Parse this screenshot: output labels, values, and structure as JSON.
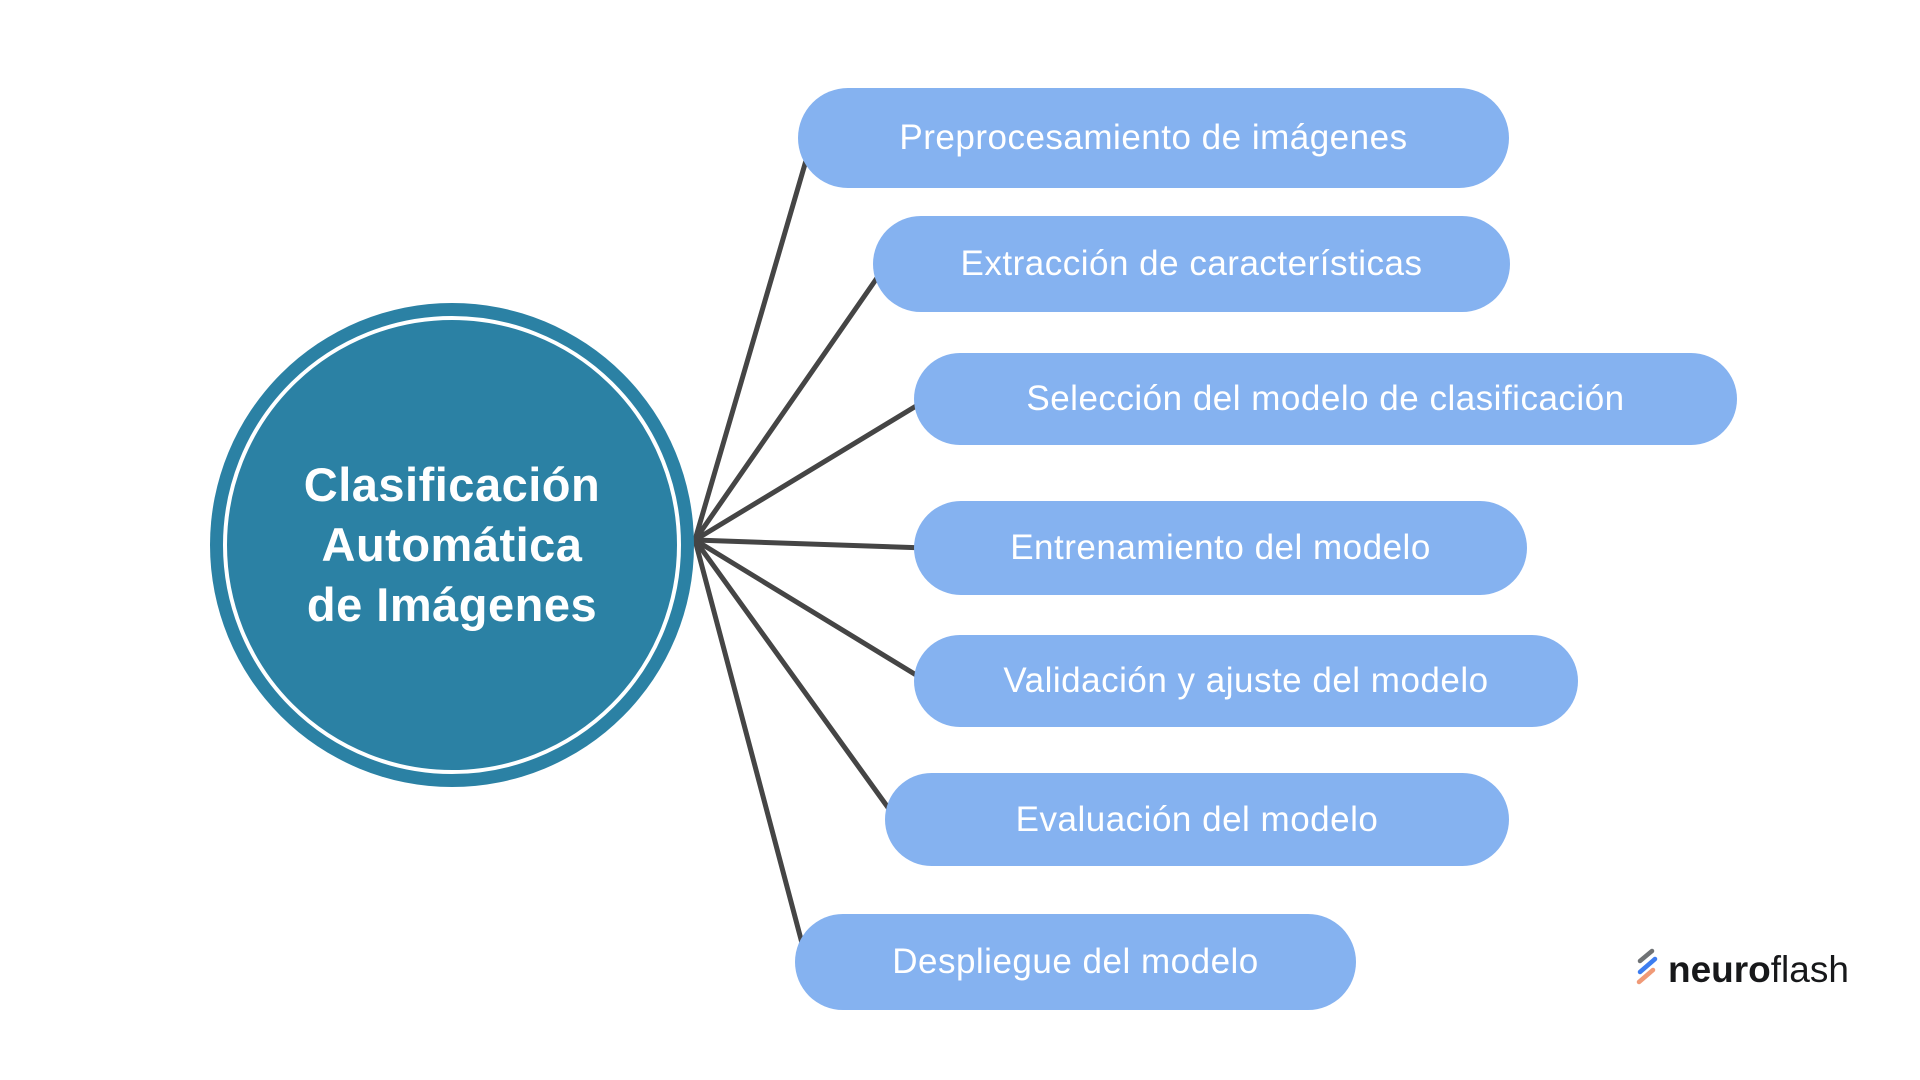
{
  "diagram": {
    "type": "mindmap",
    "center": {
      "full_title": "Clasificación Automática de Imágenes",
      "title_lines": [
        "Clasificación",
        "Automática",
        "de Imágenes"
      ]
    },
    "branches": [
      {
        "label": "Preprocesamiento de imágenes"
      },
      {
        "label": "Extracción de características"
      },
      {
        "label": "Selección del modelo de clasificación"
      },
      {
        "label": "Entrenamiento del modelo"
      },
      {
        "label": "Validación y ajuste del modelo"
      },
      {
        "label": "Evaluación del modelo"
      },
      {
        "label": "Despliegue del modelo"
      }
    ],
    "colors": {
      "center_fill": "#2b81a4",
      "center_ring": "#ffffff",
      "branch_fill": "#85b2f0",
      "branch_text": "#ffffff",
      "connector": "#454545",
      "background": "#ffffff"
    }
  },
  "logo": {
    "brand_bold": "neuro",
    "brand_light": "flash",
    "icon": "three-slash-icon",
    "icon_colors": [
      "#6f7275",
      "#3d7df0",
      "#f09a77"
    ],
    "text_color": "#17181a"
  }
}
